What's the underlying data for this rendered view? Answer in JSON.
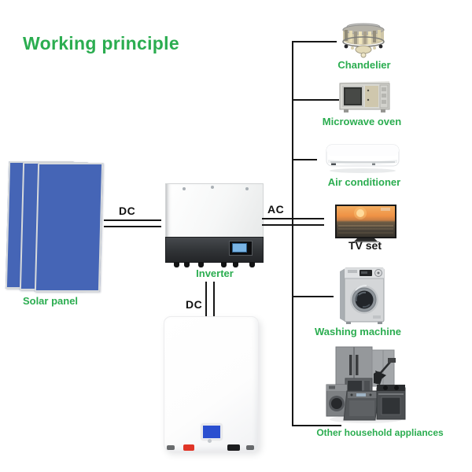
{
  "title": "Working principle",
  "labels": {
    "solar_panel": "Solar panel",
    "inverter": "Inverter",
    "dc_input": "DC",
    "ac_output": "AC",
    "dc_battery": "DC"
  },
  "appliances": [
    {
      "name": "chandelier",
      "label": "Chandelier"
    },
    {
      "name": "microwave-oven",
      "label": "Microwave oven"
    },
    {
      "name": "air-conditioner",
      "label": "Air conditioner"
    },
    {
      "name": "tv-set",
      "label": "TV set"
    },
    {
      "name": "washing-machine",
      "label": "Washing machine"
    },
    {
      "name": "other-household-appliances",
      "label": "Other household appliances"
    }
  ],
  "colors": {
    "label_green": "#2bad50",
    "tv_label_black": "#151515",
    "line_black": "#161616",
    "solar_blue": "#4565b6",
    "battery_screen_blue": "#2a4fd0",
    "inverter_screen_blue": "#79b4e4"
  }
}
